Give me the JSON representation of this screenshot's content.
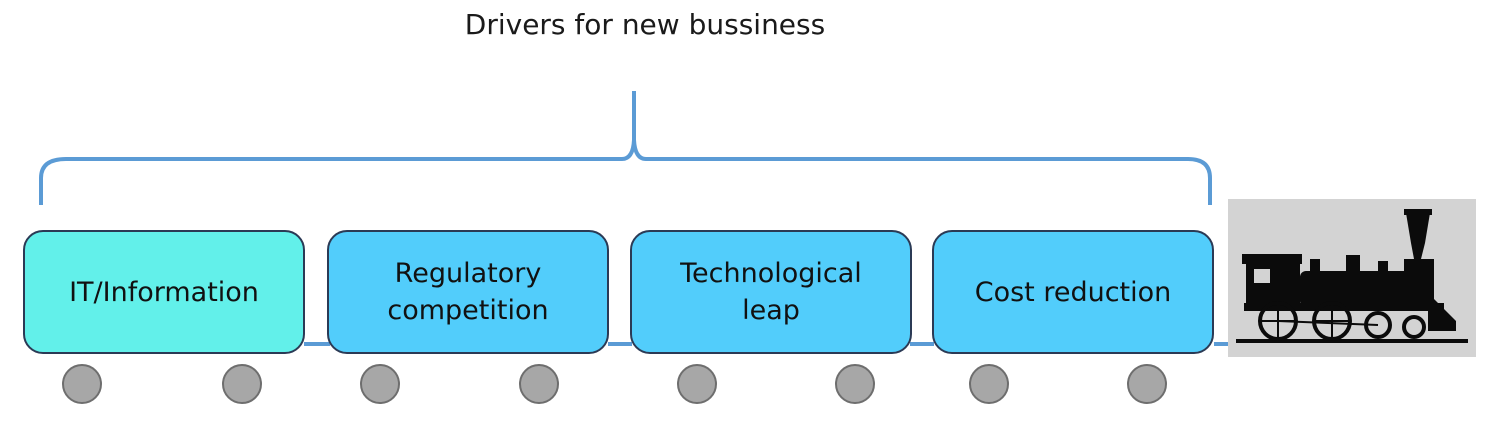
{
  "title": "Drivers for new bussiness",
  "cars": [
    {
      "label": "IT/Information"
    },
    {
      "label": "Regulatory\ncompetition"
    },
    {
      "label": "Technological\nleap"
    },
    {
      "label": "Cost reduction"
    }
  ],
  "colors": {
    "brace": "#5b9bd5",
    "car_first": "#62f0ea",
    "car_other": "#52cdfb",
    "wheel": "#a7a7a7",
    "locomotive": "#0b0b0b",
    "locomotive_bg": "#d3d3d3"
  },
  "icons": {
    "locomotive": "steam-locomotive-icon",
    "wheel": "wheel-icon"
  }
}
